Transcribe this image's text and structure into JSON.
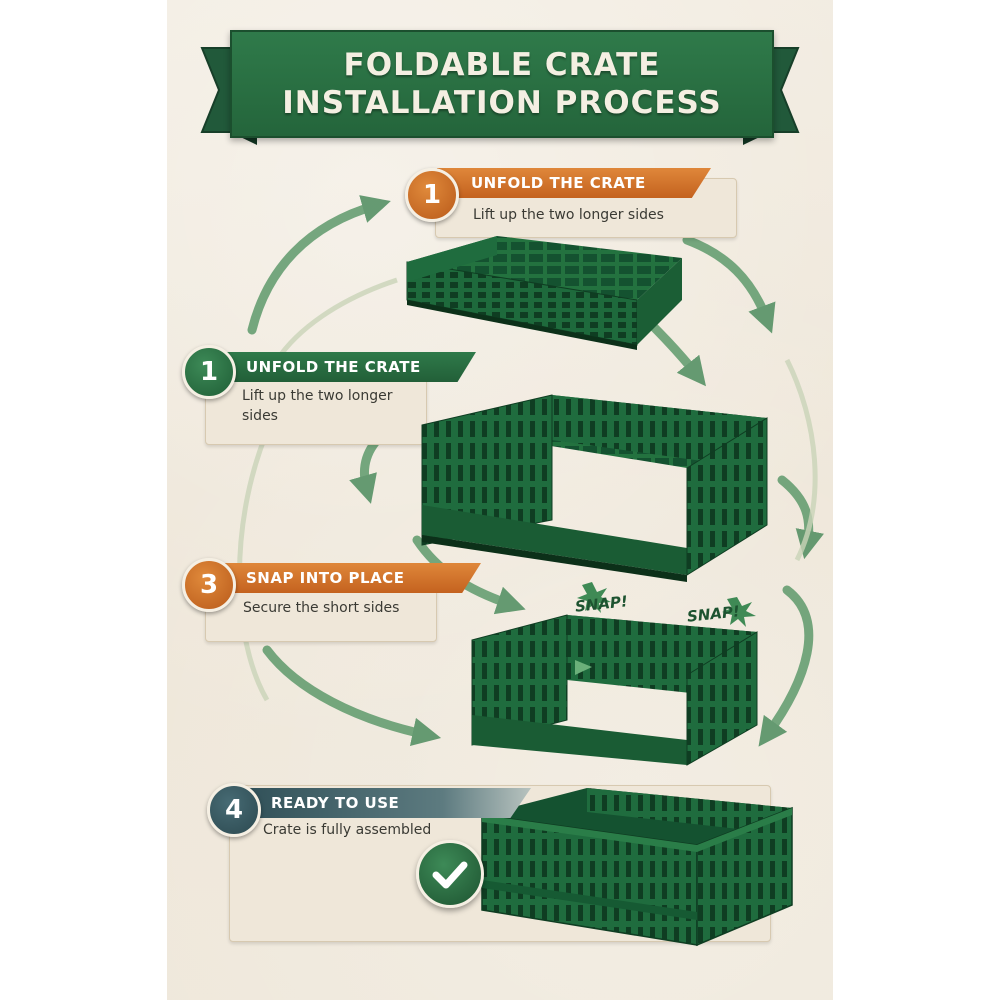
{
  "title": [
    "FOLDABLE CRATE",
    "INSTALLATION PROCESS"
  ],
  "steps": [
    {
      "number": "1",
      "heading": "UNFOLD THE CRATE",
      "text": "Lift up the two longer sides"
    },
    {
      "number": "1",
      "heading": "UNFOLD THE CRATE",
      "text": "Lift up the two longer sides"
    },
    {
      "number": "3",
      "heading": "SNAP INTO PLACE",
      "text": "Secure the short sides"
    },
    {
      "number": "4",
      "heading": "READY TO USE",
      "text": "Crate is fully assembled"
    }
  ],
  "snap_labels": [
    "SNAP!",
    "SNAP!"
  ],
  "icons": [
    "arrow-icon",
    "checkmark-icon",
    "burst-icon"
  ],
  "colors": {
    "green": "#2f7a4a",
    "orange": "#d4752a",
    "teal": "#3a5a61",
    "paper": "#f0e9dc",
    "crate": "#1f6a3d"
  }
}
